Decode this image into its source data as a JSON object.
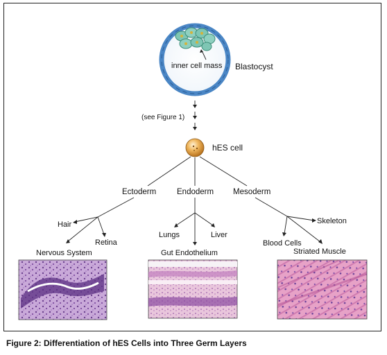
{
  "diagram": {
    "blastocyst": {
      "inner_cell_mass_label": "inner cell mass",
      "label": "Blastocyst"
    },
    "see_figure_label": "(see Figure 1)",
    "hes_cell_label": "hES cell",
    "germ_layers": {
      "ectoderm": {
        "label": "Ectoderm",
        "derivatives": [
          "Hair",
          "Retina",
          "Nervous System"
        ],
        "tissue_image": "nervous-tissue-micrograph"
      },
      "endoderm": {
        "label": "Endoderm",
        "derivatives": [
          "Lungs",
          "Liver",
          "Gut Endothelium"
        ],
        "tissue_image": "gut-tissue-micrograph"
      },
      "mesoderm": {
        "label": "Mesoderm",
        "derivatives": [
          "Skeleton",
          "Blood Cells",
          "Striated Muscle"
        ],
        "tissue_image": "muscle-tissue-micrograph"
      }
    }
  },
  "caption": "Figure 2:  Differentiation of hES Cells into Three Germ Layers",
  "colors": {
    "blastocyst_ring": "#4a86c5",
    "inner_cells": "#7fc6b4",
    "hes_cell": "#d8902a",
    "tissue_purple": "#8a5aa8",
    "tissue_pink": "#d590b8"
  }
}
